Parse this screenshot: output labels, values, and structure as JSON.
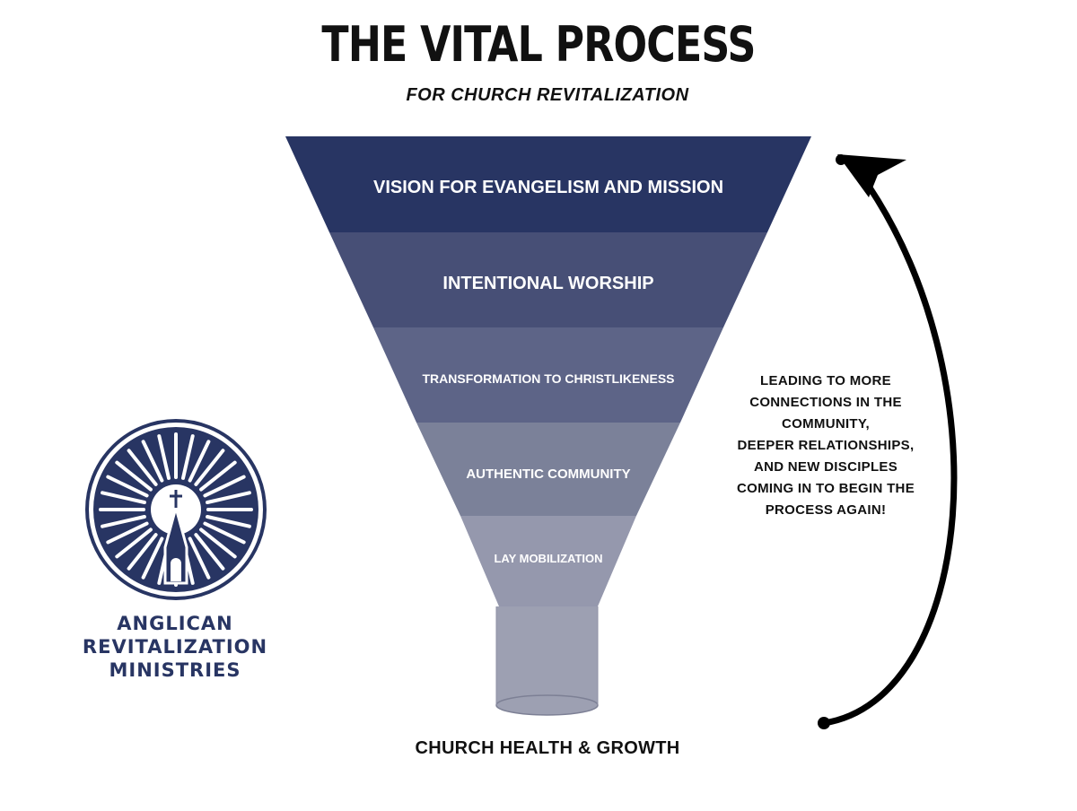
{
  "header": {
    "title": "THE VITAL PROCESS",
    "subtitle": "FOR CHURCH REVITALIZATION"
  },
  "funnel": {
    "stages": [
      {
        "label": "VISION FOR EVANGELISM AND MISSION",
        "color": "#283563"
      },
      {
        "label": "INTENTIONAL WORSHIP",
        "color": "#474f76"
      },
      {
        "label": "TRANSFORMATION TO CHRISTLIKENESS",
        "color": "#5d6487"
      },
      {
        "label": "AUTHENTIC COMMUNITY",
        "color": "#7b8199"
      },
      {
        "label": "LAY MOBILIZATION",
        "color": "#9598ad"
      }
    ],
    "spout_color": "#9da0b2",
    "output_label": "CHURCH HEALTH & GROWTH"
  },
  "cycle_note": {
    "lines": [
      "LEADING TO MORE",
      "CONNECTIONS IN THE",
      "COMMUNITY,",
      "DEEPER RELATIONSHIPS,",
      "AND NEW DISCIPLES",
      "COMING IN TO BEGIN THE",
      "PROCESS AGAIN!"
    ]
  },
  "logo": {
    "lines": [
      "ANGLICAN",
      "REVITALIZATION",
      "MINISTRIES"
    ],
    "color": "#283563"
  }
}
